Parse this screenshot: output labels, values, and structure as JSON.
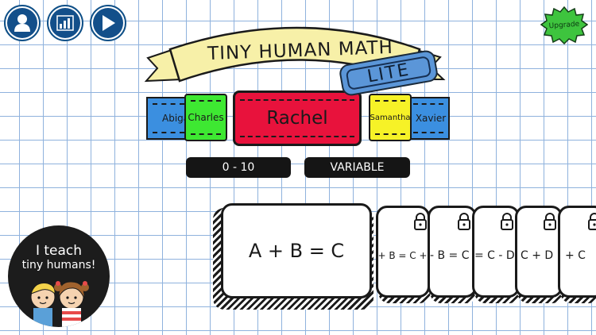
{
  "nav": {
    "icons": [
      "profile-icon",
      "stats-icon",
      "play-icon"
    ]
  },
  "upgrade": {
    "label": "Upgrade",
    "color": "#3ec43e"
  },
  "banner": {
    "title": "TINY HUMAN MATH",
    "badge": "LITE",
    "ribbon_color": "#f7f0a8"
  },
  "names": {
    "far_left": "Abiga",
    "left": "Charles",
    "selected": "Rachel",
    "right": "Samantha",
    "far_right": "Xavier"
  },
  "colors": {
    "blue": "#3b8fe0",
    "green": "#3ee832",
    "red": "#e8123c",
    "yellow": "#f6f227"
  },
  "settings": {
    "range": "0 - 10",
    "mode": "VARIABLE"
  },
  "cards": {
    "main": "A + B = C",
    "locked": [
      "A + B = C + D",
      "- B = C",
      "= C - D",
      "C + D",
      "+ C"
    ]
  },
  "logo": {
    "line1": "I teach",
    "line2": "tiny humans!"
  }
}
